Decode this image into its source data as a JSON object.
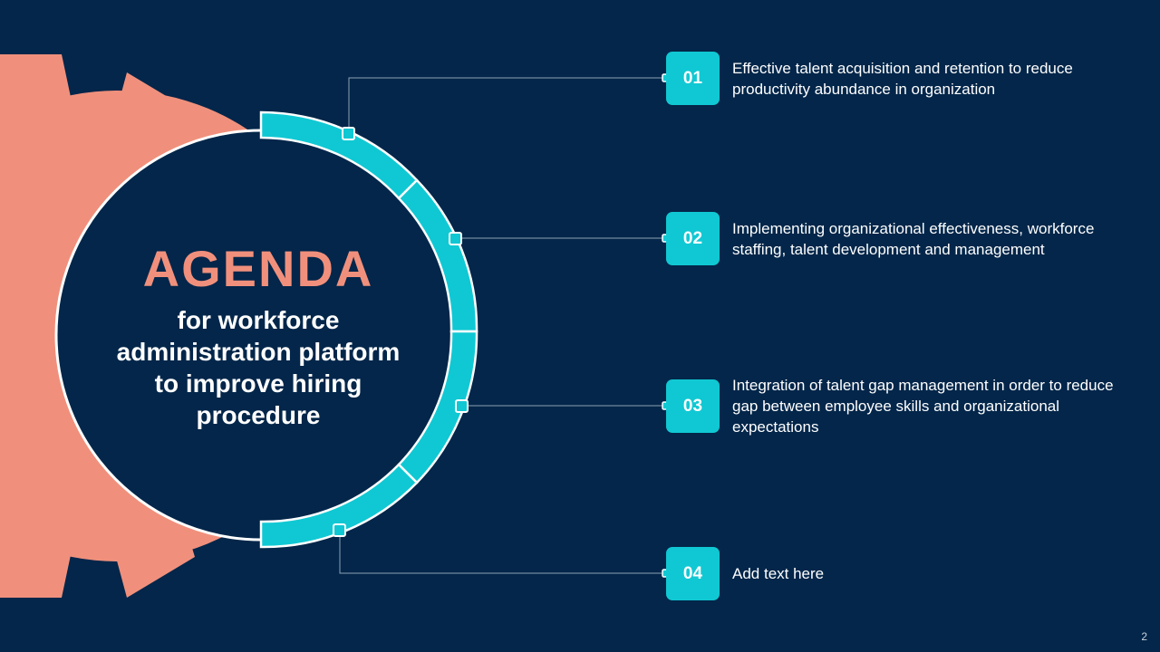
{
  "title": {
    "heading": "AGENDA",
    "subtitle": "for workforce administration platform to improve hiring procedure"
  },
  "agenda_items": [
    {
      "number": "01",
      "text": "Effective talent acquisition and retention to reduce productivity abundance in organization"
    },
    {
      "number": "02",
      "text": "Implementing organizational effectiveness, workforce staffing, talent development and management"
    },
    {
      "number": "03",
      "text": "Integration of talent gap management in order to reduce gap between employee skills and organizational expectations"
    },
    {
      "number": "04",
      "text": "Add text here"
    }
  ],
  "page_number": "2",
  "colors": {
    "background": "#03264A",
    "accent_teal": "#10C8D3",
    "accent_coral": "#F0907C",
    "text": "#FFFFFF"
  }
}
